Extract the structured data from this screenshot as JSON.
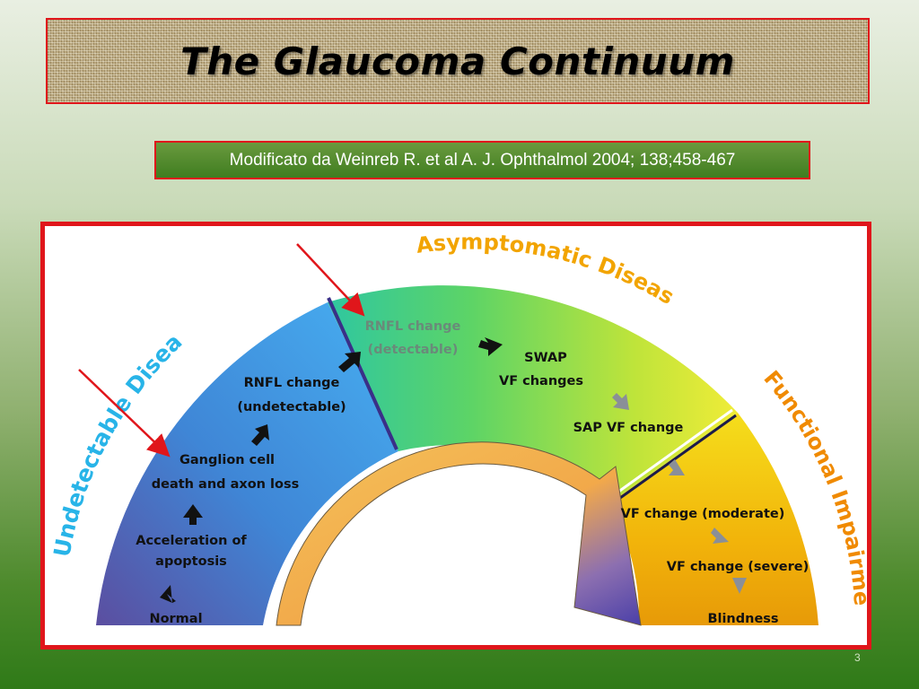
{
  "slide": {
    "title": "The Glaucoma Continuum",
    "citation": "Modificato da Weinreb R. et al A. J. Ophthalmol 2004; 138;458-467",
    "slide_number": "3"
  },
  "diagram": {
    "sections": {
      "undetectable": "Undetectable Disease",
      "asymptomatic": "Asymptomatic Disease",
      "functional": "Functional Impairment"
    },
    "stages": {
      "normal": "Normal",
      "apoptosis_line1": "Acceleration of",
      "apoptosis_line2": "apoptosis",
      "ganglion_line1": "Ganglion cell",
      "ganglion_line2": "death and axon loss",
      "rnfl_undetect_line1": "RNFL change",
      "rnfl_undetect_line2": "(undetectable)",
      "rnfl_detect_line1": "RNFL change",
      "rnfl_detect_line2": "(detectable)",
      "swap_line1": "SWAP",
      "swap_line2": "VF changes",
      "sap": "SAP VF change",
      "vf_moderate": "VF change (moderate)",
      "vf_severe": "VF change (severe)",
      "blindness": "Blindness"
    },
    "colors": {
      "undetectable_label": "#28b4e8",
      "asymptomatic_label": "#f2a400",
      "functional_label": "#f08a00",
      "annotation_arrow": "#e0161b"
    }
  }
}
